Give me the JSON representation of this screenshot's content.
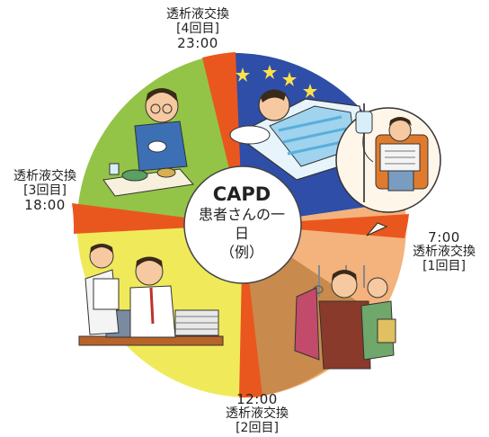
{
  "center": {
    "title": "CAPD",
    "subtitle": "患者さんの一日",
    "example": "（例）"
  },
  "exchanges": [
    {
      "label": "透析液交換",
      "count": "[1回目]",
      "time": "7:00"
    },
    {
      "label": "透析液交換",
      "count": "[2回目]",
      "time": "12:00"
    },
    {
      "label": "透析液交換",
      "count": "[3回目]",
      "time": "18:00"
    },
    {
      "label": "透析液交換",
      "count": "[4回目]",
      "time": "23:00"
    }
  ],
  "colors": {
    "night": "#2f4ea8",
    "morning": "#f4b27c",
    "midday": "#b9843f",
    "afternoon": "#f0ea5a",
    "evening": "#93c447",
    "divider": "#e9571f",
    "bubble_bg": "#fff6ea"
  },
  "icons": [
    "stars-icon",
    "sleeping-patient-icon",
    "iv-drip-bubble-icon",
    "newspaper-reader-icon",
    "commuter-train-icon",
    "office-work-icon",
    "dinner-table-icon"
  ]
}
